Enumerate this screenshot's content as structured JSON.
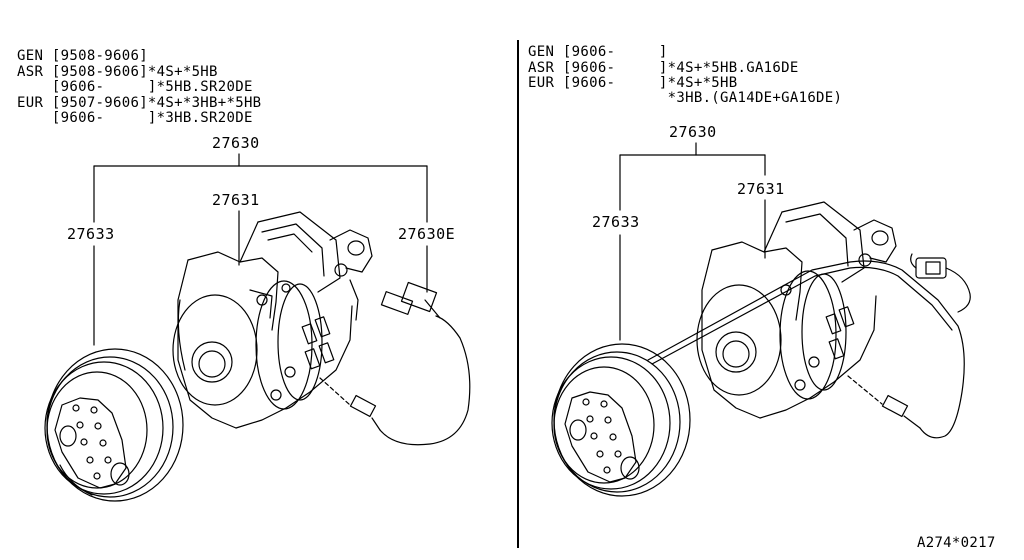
{
  "left_panel": {
    "applicability": [
      "GEN [9508-9606]",
      "ASR [9508-9606]*4S+*5HB",
      "    [9606-     ]*5HB.SR20DE",
      "EUR [9507-9606]*4S+*3HB+*5HB",
      "    [9606-     ]*3HB.SR20DE"
    ],
    "callouts": {
      "assembly": "27630",
      "pulley": "27633",
      "compressor": "27631",
      "harness": "27630E"
    }
  },
  "right_panel": {
    "applicability": [
      "GEN [9606-     ]",
      "ASR [9606-     ]*4S+*5HB.GA16DE",
      "EUR [9606-     ]*4S+*5HB",
      "                *3HB.(GA14DE+GA16DE)"
    ],
    "callouts": {
      "assembly": "27630",
      "pulley": "27633",
      "compressor": "27631"
    }
  },
  "figure_code": "A274*0217"
}
